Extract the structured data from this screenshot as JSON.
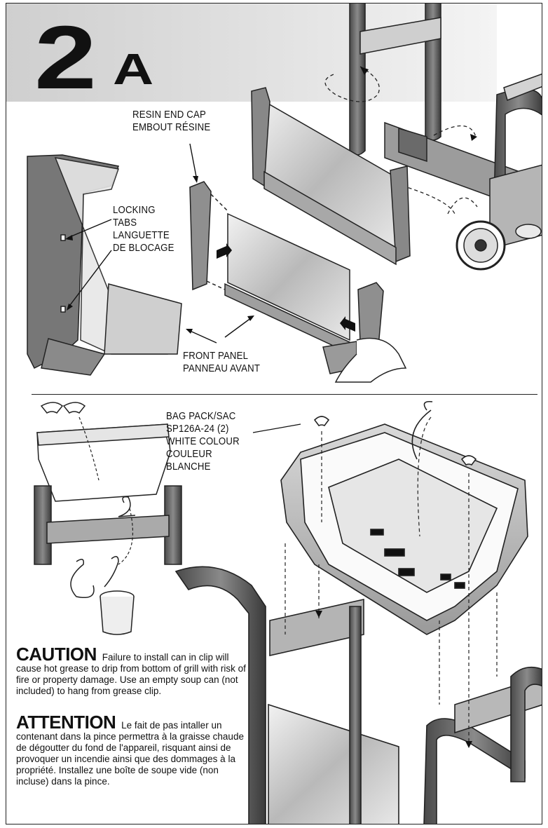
{
  "step": {
    "number": "2",
    "letter": "A"
  },
  "labels": {
    "resin_end_cap": "RESIN END CAP\nEMBOUT RÉSINE",
    "locking_tabs": "LOCKING\nTABS\nLANGUETTE\nDE BLOCAGE",
    "front_panel": "FRONT PANEL\nPANNEAU AVANT",
    "bag_pack": "BAG PACK/SAC\nSP126A-24 (2)\nWHITE COLOUR\nCOULEUR\nBLANCHE"
  },
  "caution": {
    "title": "CAUTION",
    "text": "Failure to install can in clip will cause hot grease to drip from bottom of grill with risk of fire or property damage. Use an empty soup can (not included) to hang from grease clip."
  },
  "attention": {
    "title": "ATTENTION",
    "text": "Le fait de pas intaller un contenant dans la pince permettra à la graisse chaude de dégoutter du fond de l'appareil, risquant ainsi de provoquer un incendie ainsi que des dommages à la propriété. Installez une boîte de soupe vide (non incluse) dans la pince."
  }
}
